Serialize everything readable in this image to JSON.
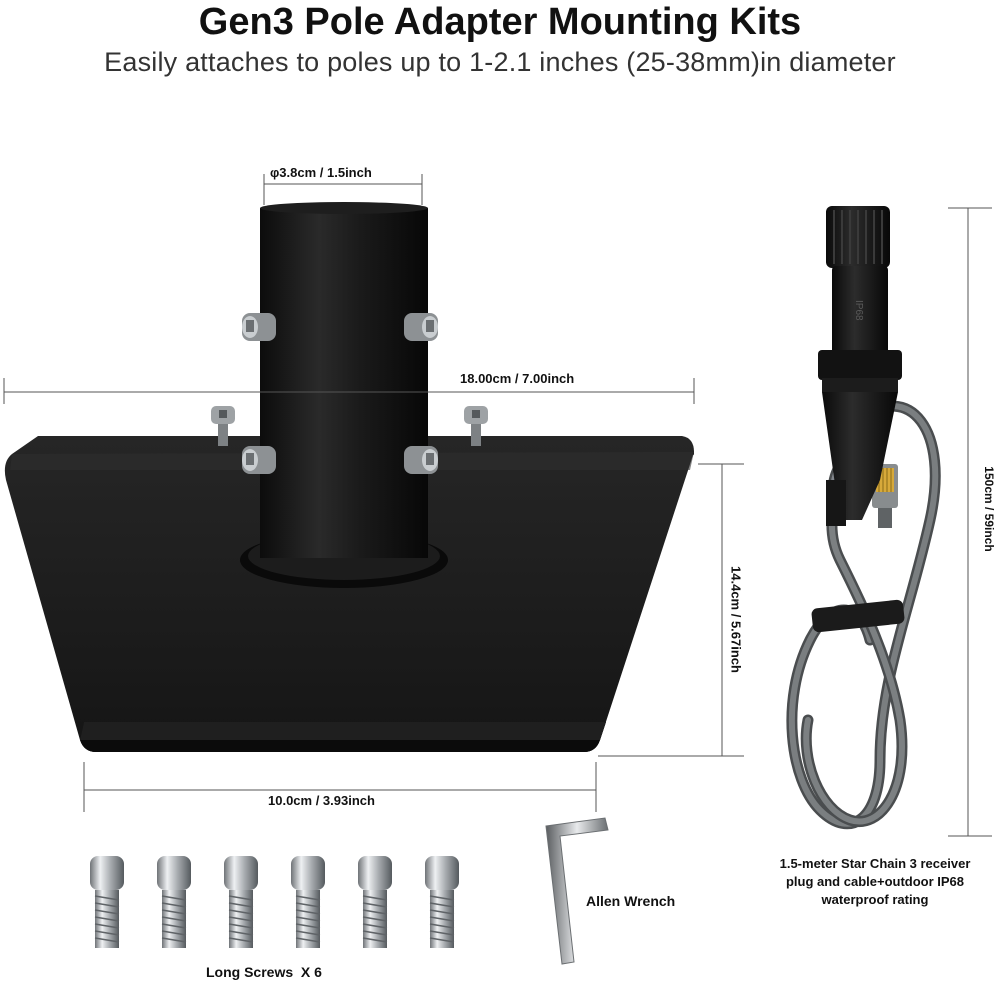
{
  "header": {
    "title": "Gen3 Pole Adapter Mounting Kits",
    "subtitle": "Easily attaches to poles up to 1-2.1 inches (25-38mm)in diameter"
  },
  "dimensions": {
    "pole_diameter": "φ3.8cm / 1.5inch",
    "plate_width": "18.00cm / 7.00inch",
    "plate_depth": "14.4cm / 5.67inch",
    "plate_front_width": "10.0cm / 3.93inch",
    "cable_length": "150cm / 59inch"
  },
  "parts": {
    "allen_wrench": "Allen Wrench",
    "long_screws": "Long Screws  X 6",
    "cable_caption": "1.5-meter Star Chain 3 receiver plug and cable+outdoor IP68 waterproof rating",
    "connector_marking": "IP68"
  },
  "colors": {
    "product_black": "#141414",
    "cable_grey": "#6a6d6e",
    "metal": "#b8bcbf"
  }
}
